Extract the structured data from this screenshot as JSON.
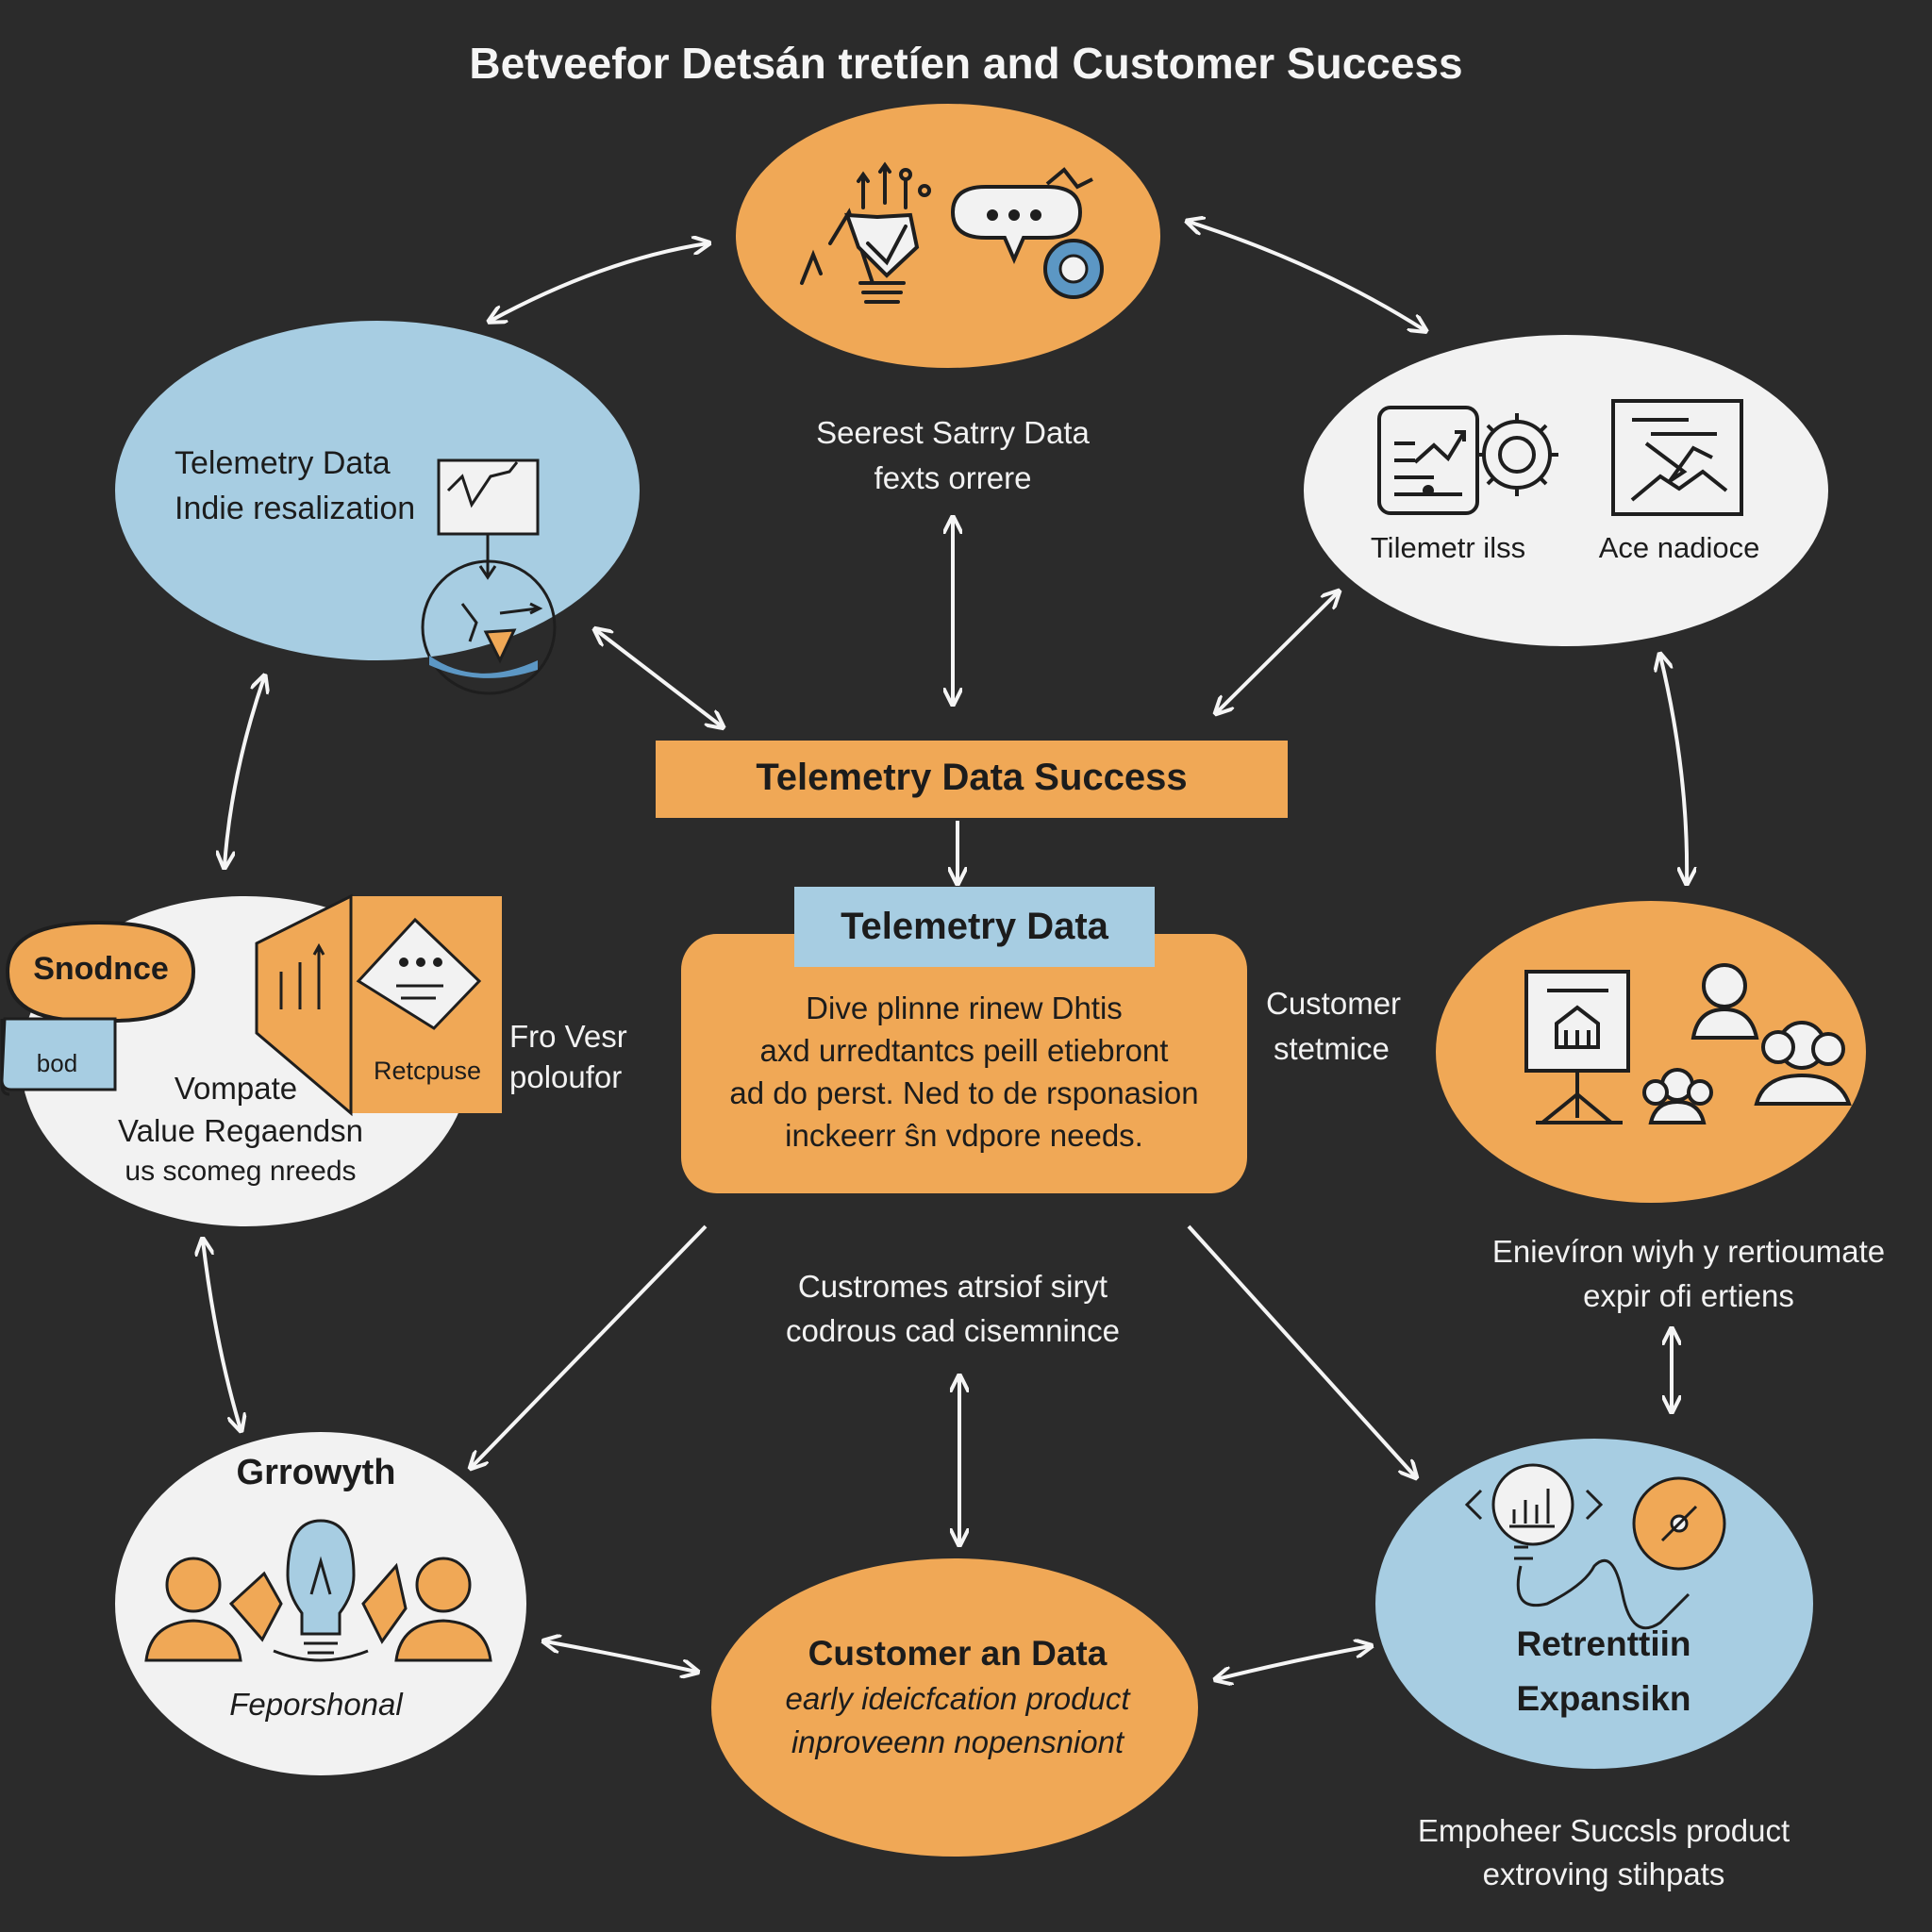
{
  "title": "Betveefor Detsán tretíen and Customer Success",
  "colors": {
    "background": "#2b2b2b",
    "orange": "#f0a856",
    "blue": "#a7cde2",
    "white": "#f2f2f2",
    "arrow": "#f5f5f5"
  },
  "top_caption": {
    "line1": "Seerest Satrry Data",
    "line2": "fexts orrere"
  },
  "top_left": {
    "line1": "Telemetry Data",
    "line2": "Indie resalization"
  },
  "top_right": {
    "label_left": "Tilemetr ilss",
    "label_right": "Ace nadioce"
  },
  "center": {
    "banner": "Telemetry Data Success",
    "sub_banner": "Telemetry Data",
    "lines": [
      "Dive plinne rinew Dhtis",
      "axd urredtantcs peill etiebront",
      "ad do perst. Ned to de rsponasion",
      "inckeerr ŝn vdpore needs."
    ]
  },
  "left_mid": {
    "bubble": "Snodnce",
    "tag": "bod",
    "card": "Retcpuse",
    "lines": [
      "Vompate",
      "Value Regaendsn",
      "us scomeg nreeds"
    ]
  },
  "left_mid_side": {
    "line1": "Fro Vesr",
    "line2": "poloufor"
  },
  "right_mid_side": {
    "line1": "Customer",
    "line2": "stetmice"
  },
  "right_caption": {
    "line1": "Enievíron wiyh y rertioumate",
    "line2": "expir ofi ertiens"
  },
  "bottom_caption": {
    "line1": "Custromes atrsiof siryt",
    "line2": "codrous cad cisemnince"
  },
  "growth": {
    "title": "Grrowyth",
    "subtitle": "Feporshonal"
  },
  "bottom_center": {
    "title": "Customer an Data",
    "line1": "early ideicfcation product",
    "line2": "inproveenn nopensniont"
  },
  "retention": {
    "line1": "Retrenttiin",
    "line2": "Expansikn"
  },
  "bottom_right_caption": {
    "line1": "Empoheer Succsls product",
    "line2": "extroving stihpats"
  }
}
